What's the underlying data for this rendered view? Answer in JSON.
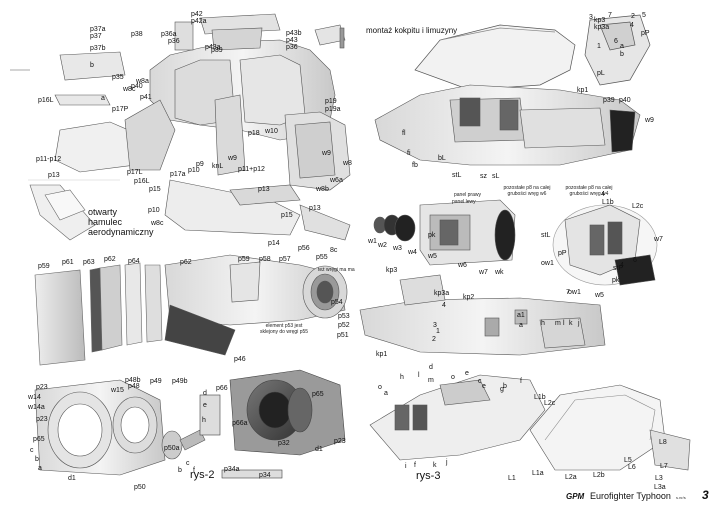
{
  "figures": {
    "rys2": "rys-2",
    "rys3": "rys-3",
    "cockpit_title": "montaż kokpitu i limuzyny",
    "hamulec_note": "otwarty hamulec aerodynamiczny"
  },
  "notes": {
    "panel_prawy": "panel prawy",
    "panel_lewy": "panel lewy",
    "pozostale_p8": "pozostałe p8 na całej grubości wręg w6",
    "pozostale_p8_b": "pozostałe p8 na całej grubości wręg w4",
    "tez_wregi": "też wręgi ma ma",
    "element_p53": "element p53 jest sklejony do wręgi p55"
  },
  "footer": {
    "brand": "GPM",
    "title": "Eurofighter Typhoon",
    "issue": "s.nr/s",
    "page": "3"
  },
  "labels": {
    "rys2_top": [
      "p42",
      "p42a",
      "p43b",
      "p43",
      "p36",
      "p39",
      "p43a",
      "p38",
      "p36a",
      "p36",
      "p37a",
      "p37",
      "p37b",
      "p35",
      "p41",
      "p19",
      "p19a",
      "p18",
      "p40",
      "w9",
      "b",
      "a",
      "p16L",
      "w8a",
      "w8c",
      "p17P",
      "w10",
      "w8",
      "p11-p12",
      "p13",
      "p17L",
      "p16L",
      "p17a",
      "p10",
      "p9",
      "knL",
      "w9",
      "p15",
      "w6a",
      "w8b",
      "p11+p12",
      "p13",
      "p15",
      "w8c",
      "p10",
      "p14",
      "p13",
      "8c"
    ],
    "rys2_mid": [
      "p59",
      "p61",
      "p63",
      "p62",
      "p64",
      "p62",
      "p59",
      "p58",
      "p57",
      "p56",
      "p55",
      "p54",
      "p53",
      "p52",
      "p51",
      "p46"
    ],
    "rys2_bottom": [
      "p23",
      "w14",
      "w14a",
      "p23",
      "p65",
      "c",
      "b",
      "a",
      "d1",
      "p48b",
      "p48",
      "w15",
      "p49",
      "p49b",
      "p50a",
      "b",
      "c",
      "f",
      "p50",
      "p66",
      "d",
      "e",
      "h",
      "p66a",
      "p32",
      "p34a",
      "p34",
      "p65",
      "p23",
      "d1"
    ],
    "rys3_top": [
      "kp3",
      "kp3a",
      "kp1",
      "a",
      "b",
      "3",
      "7",
      "1",
      "2",
      "4",
      "6",
      "pP",
      "pL",
      "5",
      "p39",
      "p40",
      "w9",
      "fl",
      "bL",
      "stL",
      "sz",
      "sL",
      "fi",
      "fb"
    ],
    "rys3_mid": [
      "w1",
      "w2",
      "w3",
      "w4",
      "w5",
      "w6",
      "w7",
      "wk",
      "pk",
      "4",
      "L1b",
      "L2c",
      "stL",
      "w7",
      "pP",
      "ow1",
      "stP",
      "6",
      "4",
      "pk",
      "7",
      "w5",
      "ow1"
    ],
    "rys3_bottom": [
      "kp3",
      "kp3a",
      "4",
      "kp2",
      "a1",
      "a",
      "2",
      "1",
      "3",
      "kp1",
      "h",
      "m",
      "l",
      "k",
      "j",
      "g",
      "c",
      "f",
      "e",
      "b",
      "d",
      "o",
      "a",
      "h",
      "l",
      "m",
      "o",
      "e",
      "f",
      "k",
      "i",
      "j",
      "L1b",
      "L2c",
      "L8",
      "L7",
      "L3a",
      "L3",
      "L5",
      "L6",
      "L2b",
      "L2a",
      "L1a",
      "L1"
    ]
  }
}
